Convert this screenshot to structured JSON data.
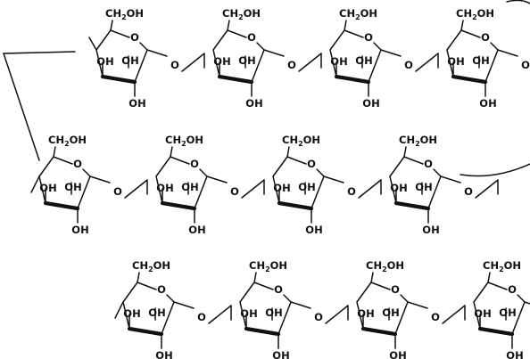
{
  "labels": {
    "ch2oh_main": "CH",
    "ch2oh_sub": "2",
    "ch2oh_tail": "OH",
    "hydroxyl": "OH",
    "ring_oxygen": "O",
    "glycosidic_oxygen": "O"
  },
  "structure": {
    "rows": [
      {
        "id": "row-1",
        "units": 4
      },
      {
        "id": "row-2",
        "units": 4
      },
      {
        "id": "row-3",
        "units": 4
      }
    ]
  },
  "colors": {
    "ink": "#111111",
    "background": "#ffffff"
  }
}
